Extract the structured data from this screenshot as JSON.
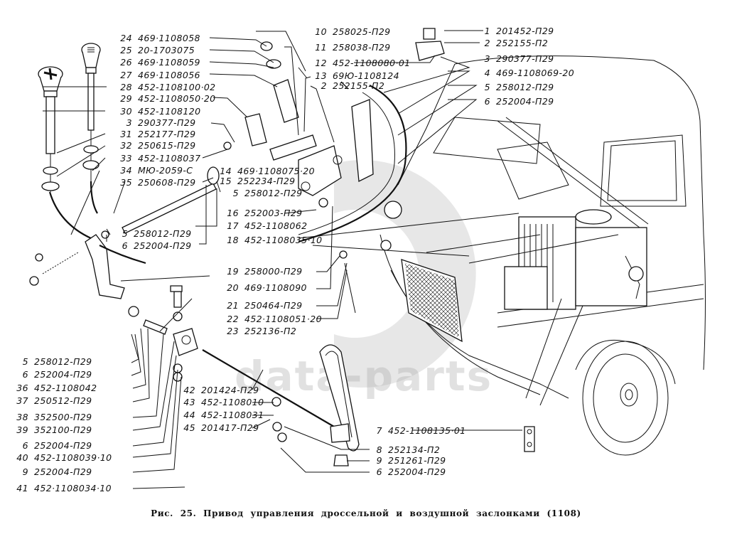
{
  "figure": {
    "caption": "Рис. 25. Привод управления дроссельной и воздушной заслонками (1108)",
    "watermark": "data-parts"
  },
  "labels": [
    {
      "num": "24",
      "code": "469·1108058"
    },
    {
      "num": "25",
      "code": "20-1703075"
    },
    {
      "num": "26",
      "code": "469·1108059"
    },
    {
      "num": "27",
      "code": "469·1108056"
    },
    {
      "num": "28",
      "code": "452-1108100·02"
    },
    {
      "num": "29",
      "code": "452-1108050·20"
    },
    {
      "num": "30",
      "code": "452-1108120"
    },
    {
      "num": "3",
      "code": "290377-П29"
    },
    {
      "num": "31",
      "code": "252177-П29"
    },
    {
      "num": "32",
      "code": "250615-П29"
    },
    {
      "num": "33",
      "code": "452-1108037"
    },
    {
      "num": "34",
      "code": "МЮ-2059-С"
    },
    {
      "num": "35",
      "code": "250608-П29"
    },
    {
      "num": "5",
      "code": "258012-П29"
    },
    {
      "num": "6",
      "code": "252004-П29"
    },
    {
      "num": "10",
      "code": "258025-П29"
    },
    {
      "num": "11",
      "code": "258038-П29"
    },
    {
      "num": "12",
      "code": "452-1108080·01"
    },
    {
      "num": "13",
      "code": "69Ю-1108124"
    },
    {
      "num": "2",
      "code": "252155-П2"
    },
    {
      "num": "1",
      "code": "201452-П29"
    },
    {
      "num": "2",
      "code": "252155-П2"
    },
    {
      "num": "3",
      "code": "290377-П29"
    },
    {
      "num": "4",
      "code": "469-1108069-20"
    },
    {
      "num": "5",
      "code": "258012-П29"
    },
    {
      "num": "6",
      "code": "252004-П29"
    },
    {
      "num": "14",
      "code": "469·1108075·20"
    },
    {
      "num": "15",
      "code": "252234-П29"
    },
    {
      "num": "5",
      "code": "258012-П29"
    },
    {
      "num": "16",
      "code": "252003-П29"
    },
    {
      "num": "17",
      "code": "452-1108062"
    },
    {
      "num": "18",
      "code": "452-1108035·10"
    },
    {
      "num": "19",
      "code": "258000-П29"
    },
    {
      "num": "20",
      "code": "469·1108090"
    },
    {
      "num": "21",
      "code": "250464-П29"
    },
    {
      "num": "22",
      "code": "452·1108051·20"
    },
    {
      "num": "23",
      "code": "252136-П2"
    },
    {
      "num": "5",
      "code": "258012-П29"
    },
    {
      "num": "6",
      "code": "252004-П29"
    },
    {
      "num": "36",
      "code": "452-1108042"
    },
    {
      "num": "37",
      "code": "250512-П29"
    },
    {
      "num": "38",
      "code": "352500-П29"
    },
    {
      "num": "39",
      "code": "352100-П29"
    },
    {
      "num": "6",
      "code": "252004-П29"
    },
    {
      "num": "40",
      "code": "452-1108039·10"
    },
    {
      "num": "9",
      "code": "252004-П29"
    },
    {
      "num": "41",
      "code": "452·1108034·10"
    },
    {
      "num": "42",
      "code": "201424-П29"
    },
    {
      "num": "43",
      "code": "452-1108010"
    },
    {
      "num": "44",
      "code": "452-1108031"
    },
    {
      "num": "45",
      "code": "201417-П29"
    },
    {
      "num": "7",
      "code": "452-1108135·01"
    },
    {
      "num": "8",
      "code": "252134-П2"
    },
    {
      "num": "9",
      "code": "251261-П29"
    },
    {
      "num": "6",
      "code": "252004-П29"
    }
  ]
}
